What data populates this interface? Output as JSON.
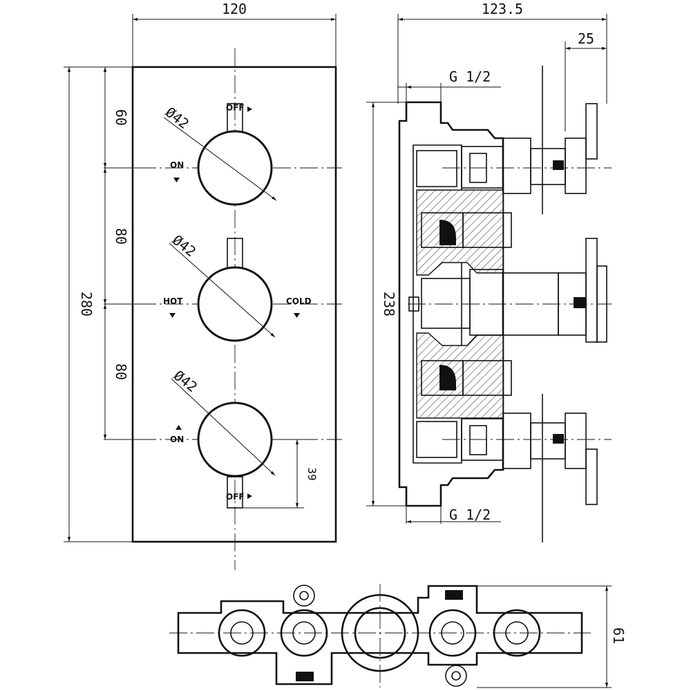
{
  "front_view": {
    "width_dim": "120",
    "height_dim": "280",
    "spacing_top": "60",
    "spacing_mid": "80",
    "spacing_bot": "80",
    "knob_dia_1": "Ø42",
    "knob_dia_2": "Ø42",
    "knob_dia_3": "Ø42",
    "handle_dim": "39",
    "label_off_top": "OFF",
    "label_on_top": "ON",
    "label_hot": "HOT",
    "label_cold": "COLD",
    "label_on_bottom": "ON",
    "label_off_bottom": "OFF"
  },
  "side_view": {
    "depth_dim": "123.5",
    "handle_depth_dim": "25",
    "height_dim": "238",
    "thread_top": "G 1/2",
    "thread_bottom": "G 1/2"
  },
  "bottom_view": {
    "height_dim": "61"
  }
}
